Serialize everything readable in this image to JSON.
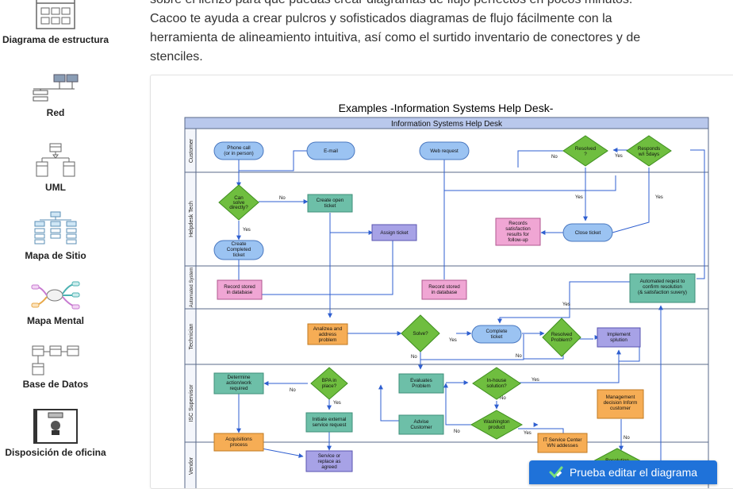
{
  "sidebar": {
    "items": [
      {
        "label": "Diagrama de estructura",
        "icon": "structure-diagram-icon"
      },
      {
        "label": "Red",
        "icon": "network-icon"
      },
      {
        "label": "UML",
        "icon": "uml-icon"
      },
      {
        "label": "Mapa de Sitio",
        "icon": "sitemap-icon"
      },
      {
        "label": "Mapa Mental",
        "icon": "mindmap-icon"
      },
      {
        "label": "Base de Datos",
        "icon": "database-icon"
      },
      {
        "label": "Disposición de oficina",
        "icon": "office-layout-icon"
      }
    ]
  },
  "intro": {
    "line1": "sobre el lienzo para que puedas crear diagramas de flujo perfectos en pocos minutos.",
    "line2": "Cacoo te ayuda a crear pulcros y sofisticados diagramas de flujo fácilmente con la",
    "line3": "herramienta de alineamiento intuitiva, así como el surtido inventario de conectores y de",
    "line4": "stenciles."
  },
  "diagram": {
    "title": "Examples -Information Systems Help Desk-",
    "header": "Information Systems Help Desk",
    "lanes": [
      "Customer",
      "Helpdesk Tech",
      "Automated System",
      "Technician",
      "ISC Supervisor",
      "Vendor"
    ],
    "nodes": {
      "phone_call_1": "Phone call",
      "phone_call_2": "(or in person)",
      "email": "E-mail",
      "web_request": "Web request",
      "resolved_1": "Resolved",
      "resolved_2": "?",
      "responds_1": "Responds",
      "responds_2": "w/i 5days",
      "can_solve_1": "Can",
      "can_solve_2": "solve",
      "can_solve_3": "directly?",
      "create_open_1": "Create open",
      "create_open_2": "ticket",
      "create_completed_1": "Create",
      "create_completed_2": "Completed",
      "create_completed_3": "ticket",
      "assign_ticket": "Assign ticket",
      "records_1": "Records",
      "records_2": "satisfaction",
      "records_3": "results for",
      "records_4": "follow-up",
      "close_ticket": "Close ticket",
      "record_stored_a_1": "Record stored",
      "record_stored_a_2": "in database",
      "record_stored_b_1": "Record stored",
      "record_stored_b_2": "in database",
      "automated_1": "Automated reqest to",
      "automated_2": "confirm resolution",
      "automated_3": "(& satisfaction suvery)",
      "analyze_1": "Analizea and",
      "analyze_2": "address",
      "analyze_3": "problem",
      "solve": "Solve?",
      "complete_1": "Complete",
      "complete_2": "ticket",
      "resolved_problem_1": "Resolved",
      "resolved_problem_2": "Problem?",
      "implement_1": "Implement",
      "implement_2": "splution",
      "determine_1": "Determine",
      "determine_2": "action/work",
      "determine_3": "required",
      "bpa_1": "BPA in",
      "bpa_2": "place?",
      "evaluates_1": "Evaluates",
      "evaluates_2": "Problem",
      "inhouse_1": "In-house",
      "inhouse_2": "solution?",
      "management_1": "Management",
      "management_2": "decision Inform",
      "management_3": "customer",
      "initiate_1": "Initiate external",
      "initiate_2": "service request",
      "advise_1": "Advise",
      "advise_2": "Customer",
      "washington_1": "Washington",
      "washington_2": "product",
      "it_service_1": "IT Service Center",
      "it_service_2": "WN addesses",
      "acquisitions_1": "Acquisitions",
      "acquisitions_2": "process",
      "service_1": "Service or",
      "service_2": "replace as",
      "service_3": "agreed",
      "resolution": "Resolution"
    },
    "edge_labels": {
      "no": "No",
      "yes": "Yes"
    }
  },
  "cta": {
    "label": "Prueba editar el diagrama"
  },
  "colors": {
    "accent": "#1f72d9",
    "lane_header": "#b9c8ec",
    "blue_node": "#9bc3f2",
    "green_node": "#6fbe3f",
    "teal_node": "#6dbfa8",
    "pink_node": "#f0a6d4",
    "orange_node": "#f6ad55",
    "purple_node": "#a7a2e6",
    "arrow": "#2f5fd0"
  }
}
